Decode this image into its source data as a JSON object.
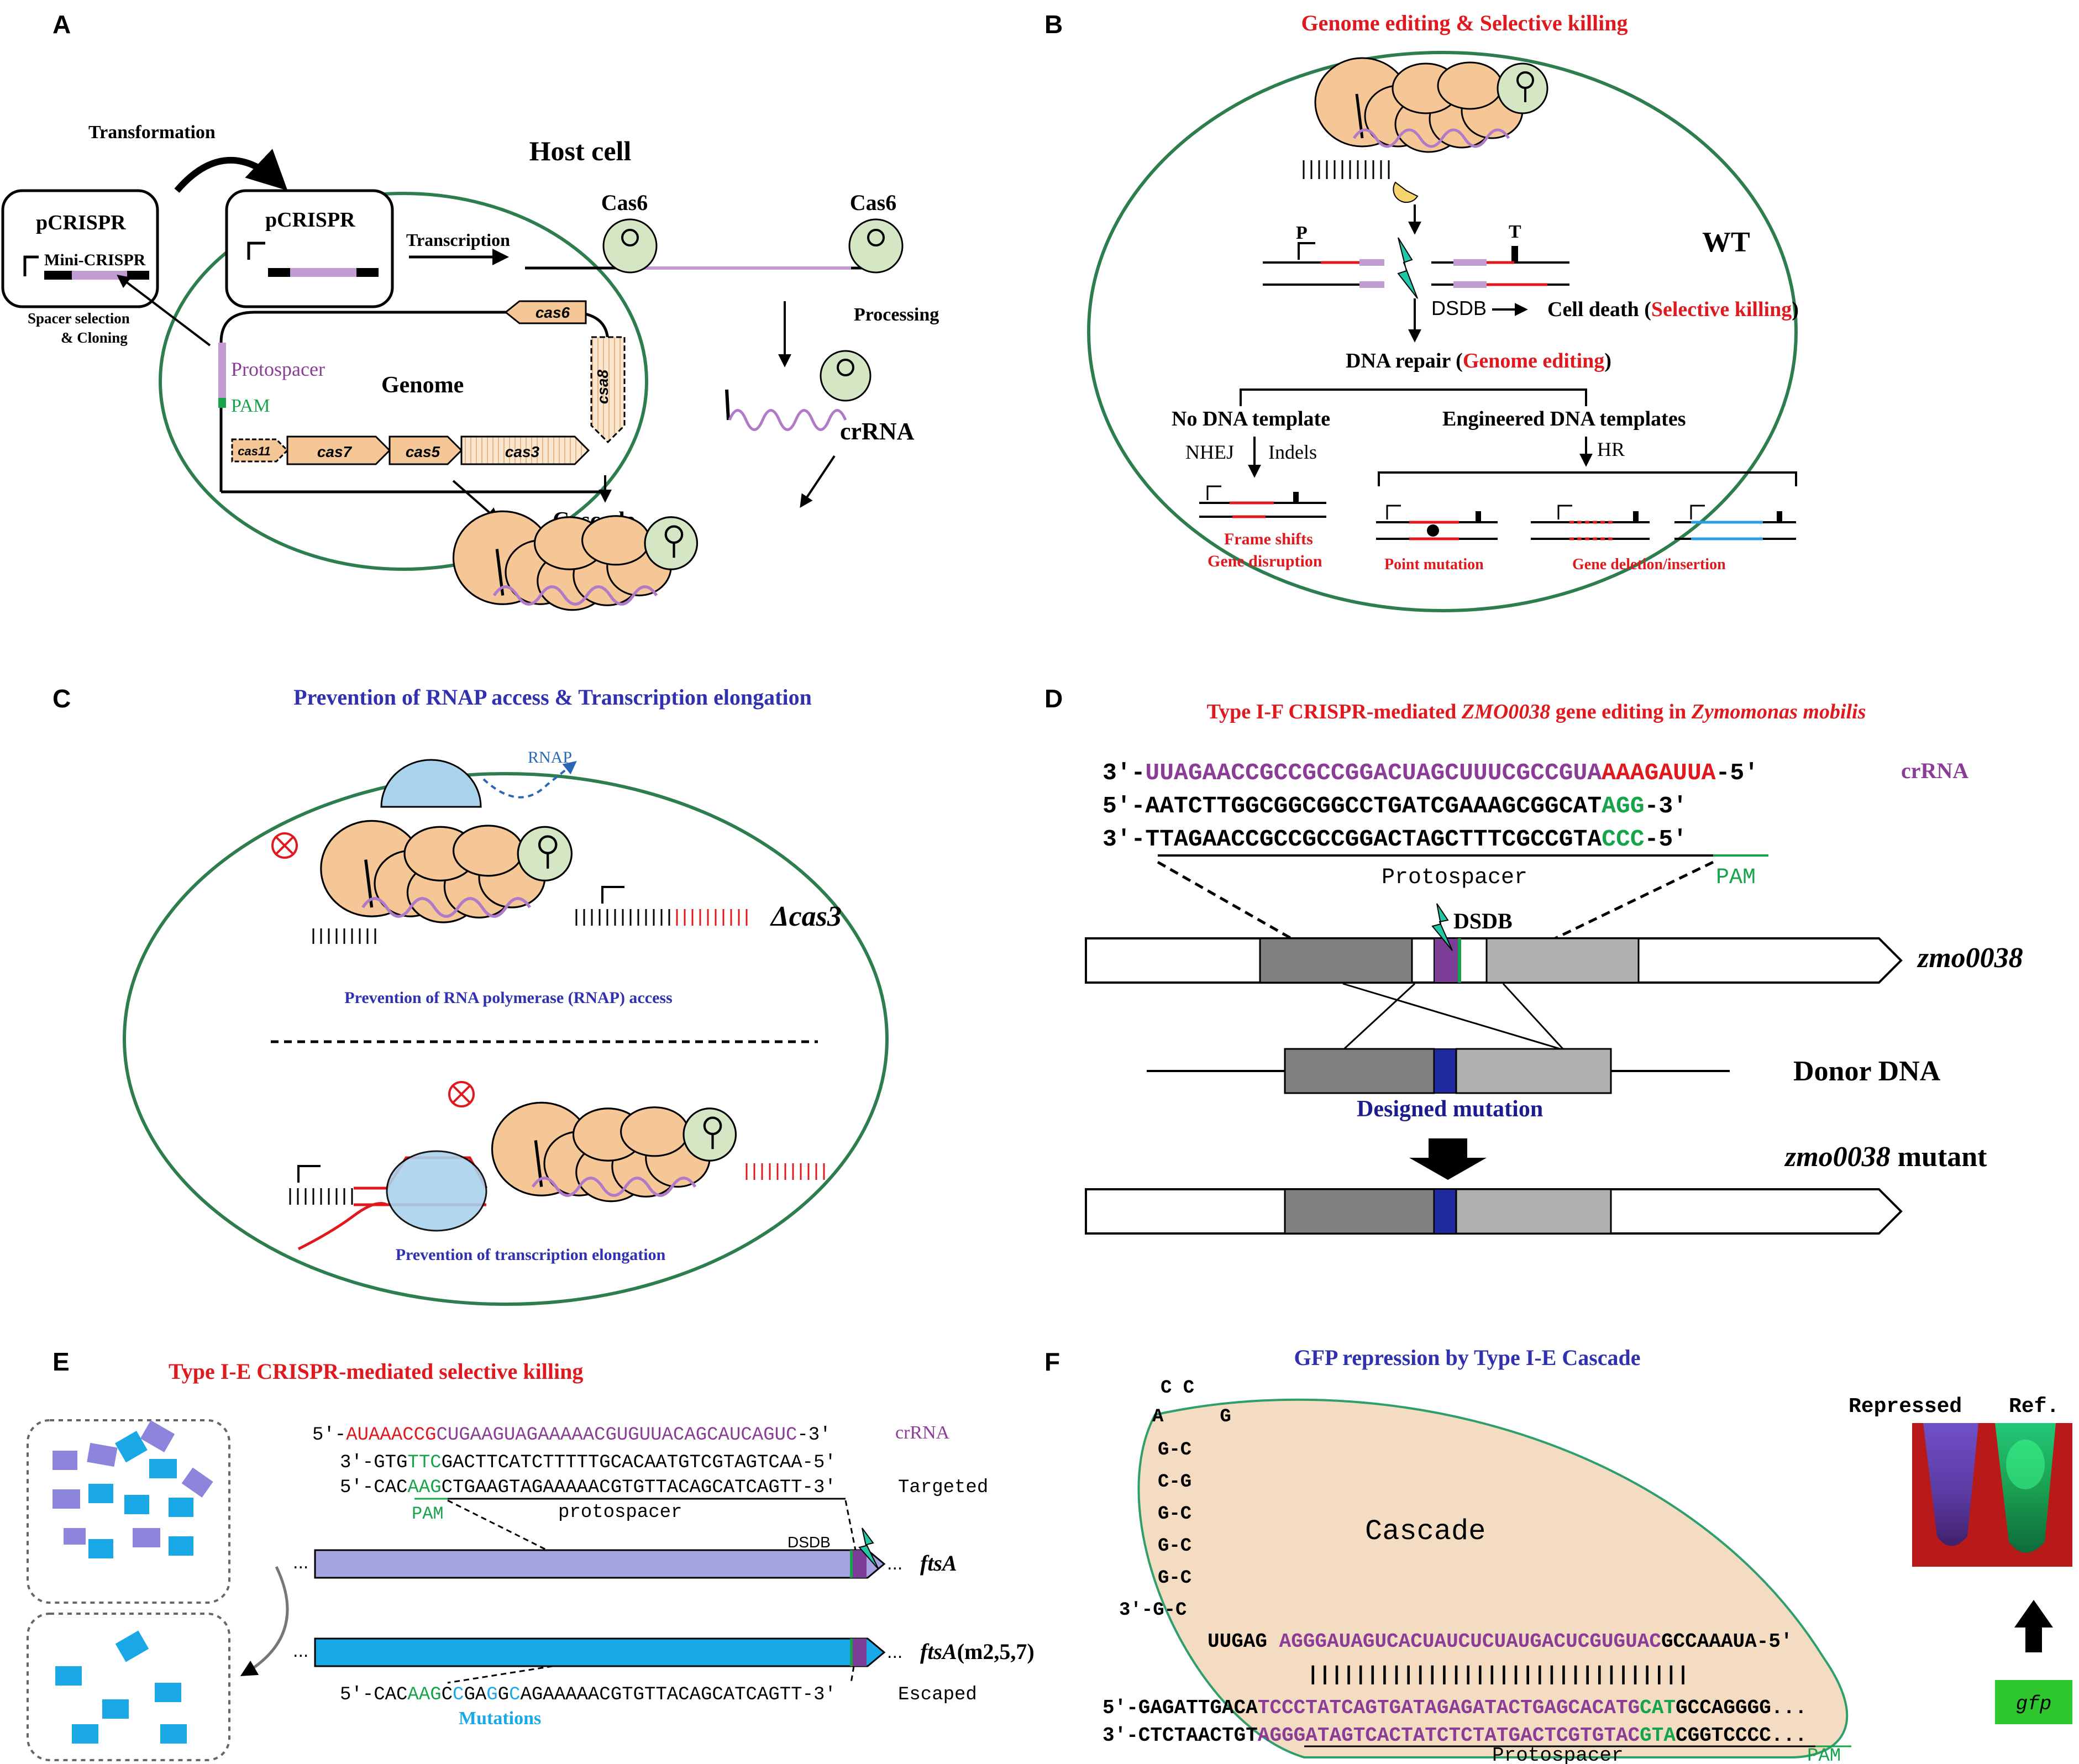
{
  "colors": {
    "red": "#e0191f",
    "purple": "#8a3c96",
    "lavender": "#c39bd3",
    "green": "#16a34a",
    "blue_title": "#3030b0",
    "navy": "#1c1c90",
    "teal_border": "#2e7d4f",
    "cas_orange": "#f6c796",
    "cas6_green": "#d4e6c3",
    "rnap_blue": "#a9d2ec",
    "ftsA_purple": "#a6a3e3",
    "ftsA_cyan": "#18a9e6",
    "gfp_green": "#2ec82e",
    "cascade_beige": "#f3dcc2"
  },
  "panelA": {
    "letter": "A",
    "transformation": "Transformation",
    "host_cell": "Host cell",
    "pcrispr_outer": "pCRISPR",
    "mini_crispr": "Mini-CRISPR",
    "pcrispr_inner": "pCRISPR",
    "transcription": "Transcription",
    "cas6_left": "Cas6",
    "cas6_right": "Cas6",
    "spacer_selection_1": "Spacer selection",
    "spacer_selection_2": "& Cloning",
    "protospacer": "Protospacer",
    "pam": "PAM",
    "genome": "Genome",
    "processing": "Processing",
    "crrna": "crRNA",
    "cascade": "Cascade",
    "genes": {
      "cas6": "cas6",
      "csa8": "csa8",
      "cas11": "cas11",
      "cas7": "cas7",
      "cas5": "cas5",
      "cas3": "cas3"
    }
  },
  "panelB": {
    "letter": "B",
    "title": "Genome editing & Selective killing",
    "p": "P",
    "t": "T",
    "wt": "WT",
    "dsdb": "DSDB",
    "cell_death": "Cell death (",
    "selective_killing": "Selective killing",
    "close_paren": ")",
    "dna_repair": "DNA repair (",
    "genome_editing": "Genome editing",
    "no_template": "No DNA template",
    "engineered": "Engineered DNA templates",
    "nhej": "NHEJ",
    "indels": "Indels",
    "hr": "HR",
    "frame_shifts": "Frame shifts",
    "gene_disruption": "Gene disruption",
    "point_mutation": "Point mutation",
    "gene_del_ins": "Gene deletion/insertion"
  },
  "panelC": {
    "letter": "C",
    "title": "Prevention of RNAP access & Transcription elongation",
    "rnap": "RNAP",
    "delta_cas3": "Δcas3",
    "prevention_access": "Prevention of RNA polymerase (RNAP) access",
    "prevention_elongation": "Prevention of transcription elongation"
  },
  "panelD": {
    "letter": "D",
    "title_1": "Type I-F CRISPR-mediated ",
    "title_gene": "ZMO0038",
    "title_2": " gene editing in ",
    "title_species": "Zymomonas mobilis",
    "seq1_prefix": "3′-",
    "seq1_purple": "UUAGAACCGCCGCCGGACUAGCUUUCGCCGUA",
    "seq1_red": "AAAGAUUA",
    "seq1_suffix": "-5′",
    "seq1_label": "crRNA",
    "seq2_main": "5′-AATCTTGGCGGCGGCCTGATCGAAAGCGGCAT",
    "seq2_green": "AGG",
    "seq2_suffix": "-3′",
    "seq3_prefix": "3′-",
    "seq3_main": "TTAGAACCGCCGCCGGACTAGCTTTCGCCGTA",
    "seq3_green": "CCC",
    "seq3_suffix": "-5′",
    "protospacer": "Protospacer",
    "pam": "PAM",
    "dsdb": "DSDB",
    "gene_label": "zmo0038",
    "donor_dna": "Donor DNA",
    "designed_mutation": "Designed mutation",
    "mutant_gene": "zmo0038",
    "mutant_word": " mutant"
  },
  "panelE": {
    "letter": "E",
    "title": "Type I-E CRISPR-mediated selective killing",
    "crrna_prefix": "5′-",
    "crrna_red": "AUAAACCG",
    "crrna_purple": "CUGAAGUAGAAAAACGUGUUACAGCAUCAGUC",
    "crrna_suffix": "-3′",
    "crrna_label": "crRNA",
    "seq2_a": "3′-GTG",
    "seq2_green": "TTC",
    "seq2_b": "GACTTCATCTTTTTGCACAATGTCGTAGTCAA-5′",
    "seq3_a": "5′-CAC",
    "seq3_green": "AAG",
    "seq3_b": "CTGAAGTAGAAAAACGTGTTACAGCATCAGTT-3′",
    "targeted": "Targeted",
    "pam": "PAM",
    "protospacer": "protospacer",
    "dsdb": "DSDB",
    "ftsa": "ftsA",
    "ftsa_mut": "ftsA",
    "ftsa_mut_suffix": "(m2,5,7)",
    "ellipsis": "...",
    "esc_a": "5′-CAC",
    "esc_g1": "AAG",
    "esc_b1": "C",
    "esc_c1": "C",
    "esc_b2": "GA",
    "esc_c2": "G",
    "esc_b3": "G",
    "esc_c3": "C",
    "esc_b4": "AGAAAAACGTGTTACAGCATCAGTT-3′",
    "escaped": "Escaped",
    "mutations": "Mutations"
  },
  "panelF": {
    "letter": "F",
    "title": "GFP repression by Type I-E Cascade",
    "stem": [
      "C C",
      "A     G",
      "G-C",
      "C-G",
      "G-C",
      "G-C",
      "G-C",
      "3′-G-C"
    ],
    "cascade": "Cascade",
    "repressed": "Repressed",
    "ref": "Ref.",
    "crrna_a": "UUGAG ",
    "crrna_purple": "AGGGAUAGUCACUAUCUCUAUGACUCGUGUAC",
    "crrna_b": "GCCAAAUA-5′",
    "bars": "||||||||||||||||||||||||||||||||",
    "top_a": "5′-GAGATTGACA",
    "top_purple": "TCCCTATCAGTGATAGAGATACTGAGCACATG",
    "top_green": "CAT",
    "top_b": "GCCAGGGG...",
    "bot_a": "3′-CTCTAACTGT",
    "bot_purple": "AGGGATAGTCACTATCTCTATGACTCGTGTAC",
    "bot_green": "GTA",
    "bot_b": "CGGTCCCC...",
    "protospacer": "Protospacer",
    "pam": "PAM",
    "gfp": "gfp"
  }
}
